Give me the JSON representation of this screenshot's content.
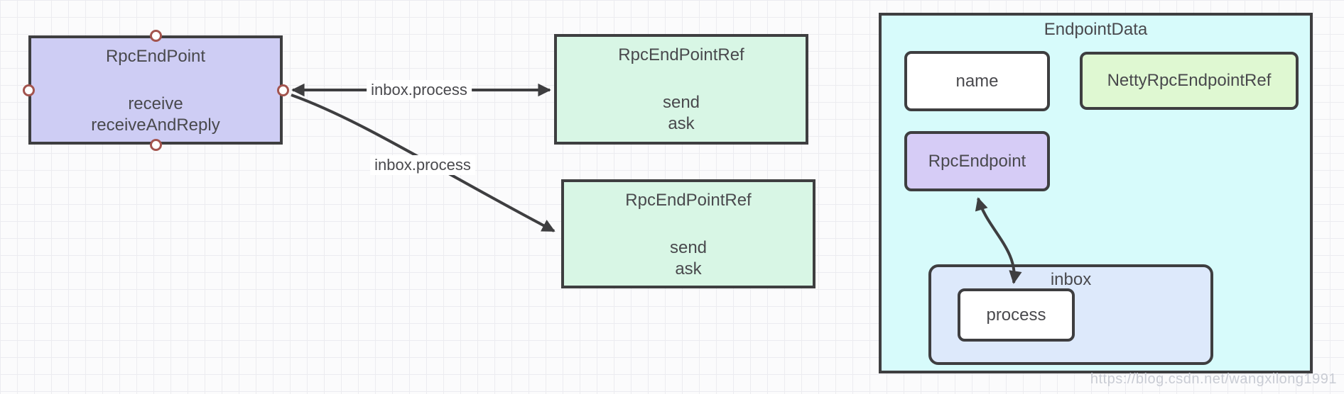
{
  "nodes": {
    "rpc_endpoint": {
      "title": "RpcEndPoint",
      "method1": "receive",
      "method2": "receiveAndReply"
    },
    "rpc_endpoint_ref_top": {
      "title": "RpcEndPointRef",
      "method1": "send",
      "method2": "ask"
    },
    "rpc_endpoint_ref_bottom": {
      "title": "RpcEndPointRef",
      "method1": "send",
      "method2": "ask"
    },
    "endpoint_data": {
      "title": "EndpointData"
    },
    "name_field": {
      "label": "name"
    },
    "netty_rpc_endpoint_ref": {
      "label": "NettyRpcEndpointRef"
    },
    "rpc_endpoint_inner": {
      "label": "RpcEndpoint"
    },
    "inbox": {
      "label": "inbox"
    },
    "process": {
      "label": "process"
    }
  },
  "edges": {
    "top": {
      "label": "inbox.process"
    },
    "bottom": {
      "label": "inbox.process"
    }
  },
  "watermark": "https://blog.csdn.net/wangxilong1991",
  "colors": {
    "border": "#3e3e40",
    "text": "#49494d",
    "arrow": "#3e3e40",
    "port_ring": "#a3544e",
    "rpc_endpoint_fill": "#cecdf4",
    "rpc_endpoint_ref_fill": "#d8f6e5",
    "endpoint_data_fill": "#d7fbfb",
    "netty_fill": "#dff8d2",
    "rpc_endpoint_inner_fill": "#d6ccf6",
    "inbox_fill": "#dde9fb",
    "grid_line": "#ececf0",
    "watermark_text": "#c9ccd4"
  }
}
